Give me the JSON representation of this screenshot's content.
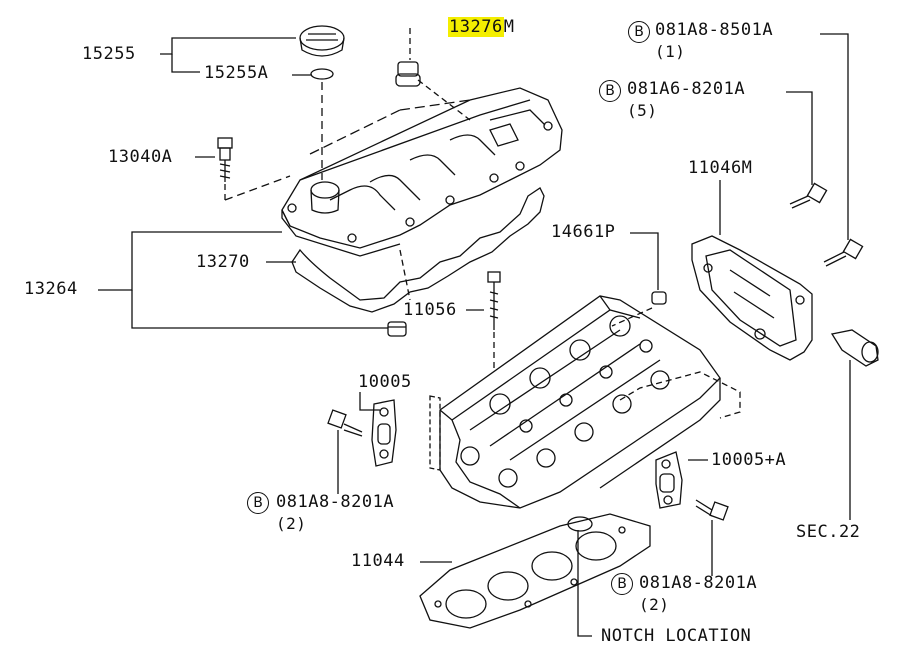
{
  "diagram": {
    "parts": {
      "p15255": "15255",
      "p15255A": "15255A",
      "p13276M": "13276",
      "p13276M_suffix": "M",
      "p13040A": "13040A",
      "p13270": "13270",
      "p13264": "13264",
      "p11056": "11056",
      "p14661P": "14661P",
      "p11046M": "11046M",
      "p10005": "10005",
      "p10005plusA": "10005+A",
      "p11044": "11044",
      "sec22": "SEC.22",
      "notch": "NOTCH LOCATION",
      "bolt1": "081A8-8501A",
      "bolt1_qty": "(1)",
      "bolt2": "081A6-8201A",
      "bolt2_qty": "(5)",
      "bolt3": "081A8-8201A",
      "bolt3_qty": "(2)",
      "bolt4": "081A8-8201A",
      "bolt4_qty": "(2)",
      "bolt_symbol": "B"
    },
    "highlight_color": "#f4ee00",
    "highlighted_part": "13276"
  }
}
